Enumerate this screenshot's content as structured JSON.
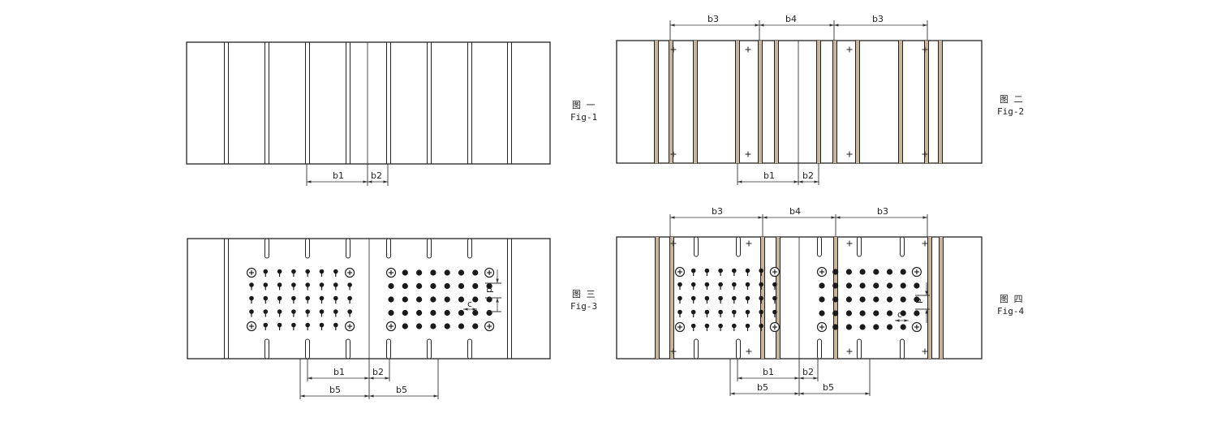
{
  "colors": {
    "ink": "#222222",
    "groove": "#c8b49a",
    "dot": "#1a1a1a"
  },
  "figures": [
    {
      "id": "fig1",
      "caption_cn": "图 一",
      "caption_en": "Fig-1",
      "dims": {
        "b1": "b1",
        "b2": "b2"
      }
    },
    {
      "id": "fig2",
      "caption_cn": "图 二",
      "caption_en": "Fig-2",
      "dims": {
        "b3_left": "b3",
        "b4": "b4",
        "b3_right": "b3",
        "b1": "b1",
        "b2": "b2"
      }
    },
    {
      "id": "fig3",
      "caption_cn": "图 三",
      "caption_en": "Fig-3",
      "dims": {
        "b1": "b1",
        "b2": "b2",
        "b5_left": "b5",
        "b5_right": "b5",
        "c": "c",
        "d": "d"
      }
    },
    {
      "id": "fig4",
      "caption_cn": "图 四",
      "caption_en": "Fig-4",
      "dims": {
        "b3_left": "b3",
        "b4": "b4",
        "b3_right": "b3",
        "b1": "b1",
        "b2": "b2",
        "b5_left": "b5",
        "b5_right": "b5",
        "c": "c",
        "d": "d"
      }
    }
  ]
}
